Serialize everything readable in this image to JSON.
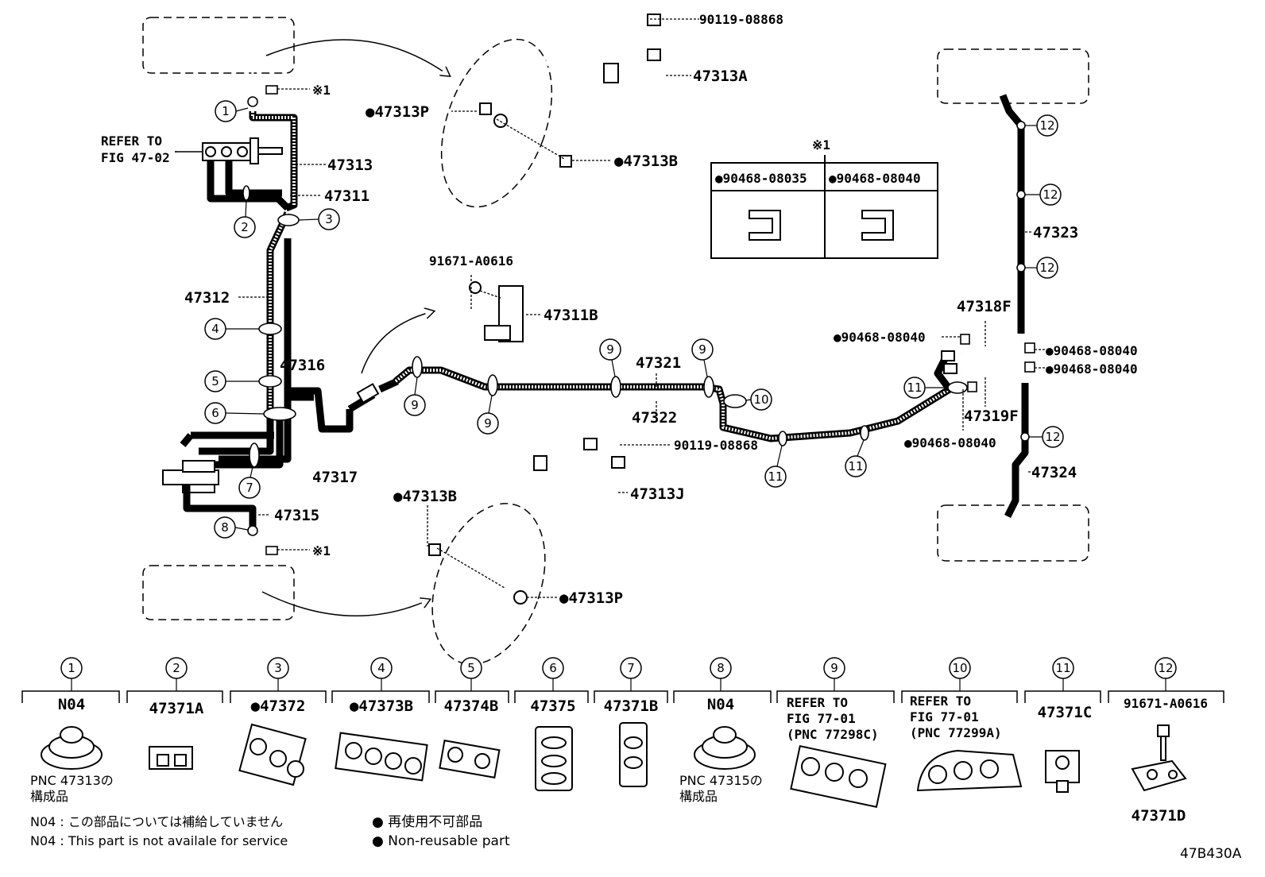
{
  "labels": {
    "p90119_top": "90119-08868",
    "p47313A": "47313A",
    "p47313P_top": "●47313P",
    "p47313B_top": "●47313B",
    "ref_fig4702_l1": "REFER TO",
    "ref_fig4702_l2": "FIG 47-02",
    "p47313": "47313",
    "p47311": "47311",
    "x1_top": "※1",
    "x1_bottom": "※1",
    "x1_table": "※1",
    "p47312": "47312",
    "p91671_mid": "91671-A0616",
    "p47311B": "47311B",
    "p47316": "47316",
    "p47321": "47321",
    "p47322": "47322",
    "p47317": "47317",
    "p90119_bottom": "90119-08868",
    "p47313J": "47313J",
    "p47313B_bottom": "●47313B",
    "p47313P_bottom": "●47313P",
    "p47315": "47315",
    "p47323": "47323",
    "p47324": "47324",
    "p47318F": "47318F",
    "p47319F": "47319F",
    "p90468_left1": "●90468-08040",
    "p90468_right1": "●90468-08040",
    "p90468_right2": "●90468-08040",
    "p90468_bottom": "●90468-08040",
    "table_h1": "●90468-08035",
    "table_h2": "●90468-08040",
    "drawing_id": "47B430A"
  },
  "callouts": [
    "1",
    "2",
    "3",
    "4",
    "5",
    "6",
    "7",
    "8",
    "9",
    "10",
    "11",
    "12"
  ],
  "legend": {
    "items": [
      {
        "num": "1",
        "code": "N04",
        "note1": "PNC 47313の",
        "note2": "構成品"
      },
      {
        "num": "2",
        "code": "47371A"
      },
      {
        "num": "3",
        "code": "●47372"
      },
      {
        "num": "4",
        "code": "●47373B"
      },
      {
        "num": "5",
        "code": "47374B"
      },
      {
        "num": "6",
        "code": "47375"
      },
      {
        "num": "7",
        "code": "47371B"
      },
      {
        "num": "8",
        "code": "N04",
        "note1": "PNC 47315の",
        "note2": "構成品"
      },
      {
        "num": "9",
        "code1": "REFER TO",
        "code2": "FIG 77-01",
        "code3": "(PNC 77298C)"
      },
      {
        "num": "10",
        "code1": "REFER TO",
        "code2": "FIG 77-01",
        "code3": "(PNC 77299A)"
      },
      {
        "num": "11",
        "code": "47371C"
      },
      {
        "num": "12",
        "code": "91671-A0616",
        "code_bottom": "47371D"
      }
    ]
  },
  "footnotes": {
    "n04_jp": "N04 : この部品については補給していません",
    "n04_en": "N04 :  This part is not availale for service",
    "nonreuse_jp": "● 再使用不可部品",
    "nonreuse_en": "● Non-reusable part"
  }
}
